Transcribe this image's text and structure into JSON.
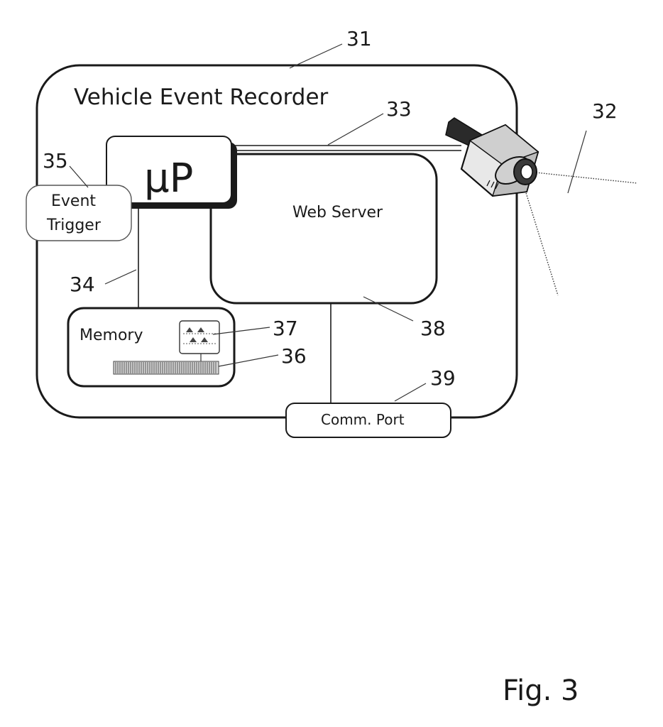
{
  "title": "Vehicle Event Recorder",
  "components": {
    "microprocessor": "μP",
    "event_trigger_line1": "Event",
    "event_trigger_line2": "Trigger",
    "web_server": "Web Server",
    "memory": "Memory",
    "comm_port": "Comm. Port"
  },
  "reference_numerals": {
    "recorder": "31",
    "camera": "32",
    "link_33": "33",
    "link_34": "34",
    "event_trigger": "35",
    "memory_bar": "36",
    "memory_icon": "37",
    "web_server": "38",
    "comm_port": "39"
  },
  "figure_label": "Fig. 3"
}
